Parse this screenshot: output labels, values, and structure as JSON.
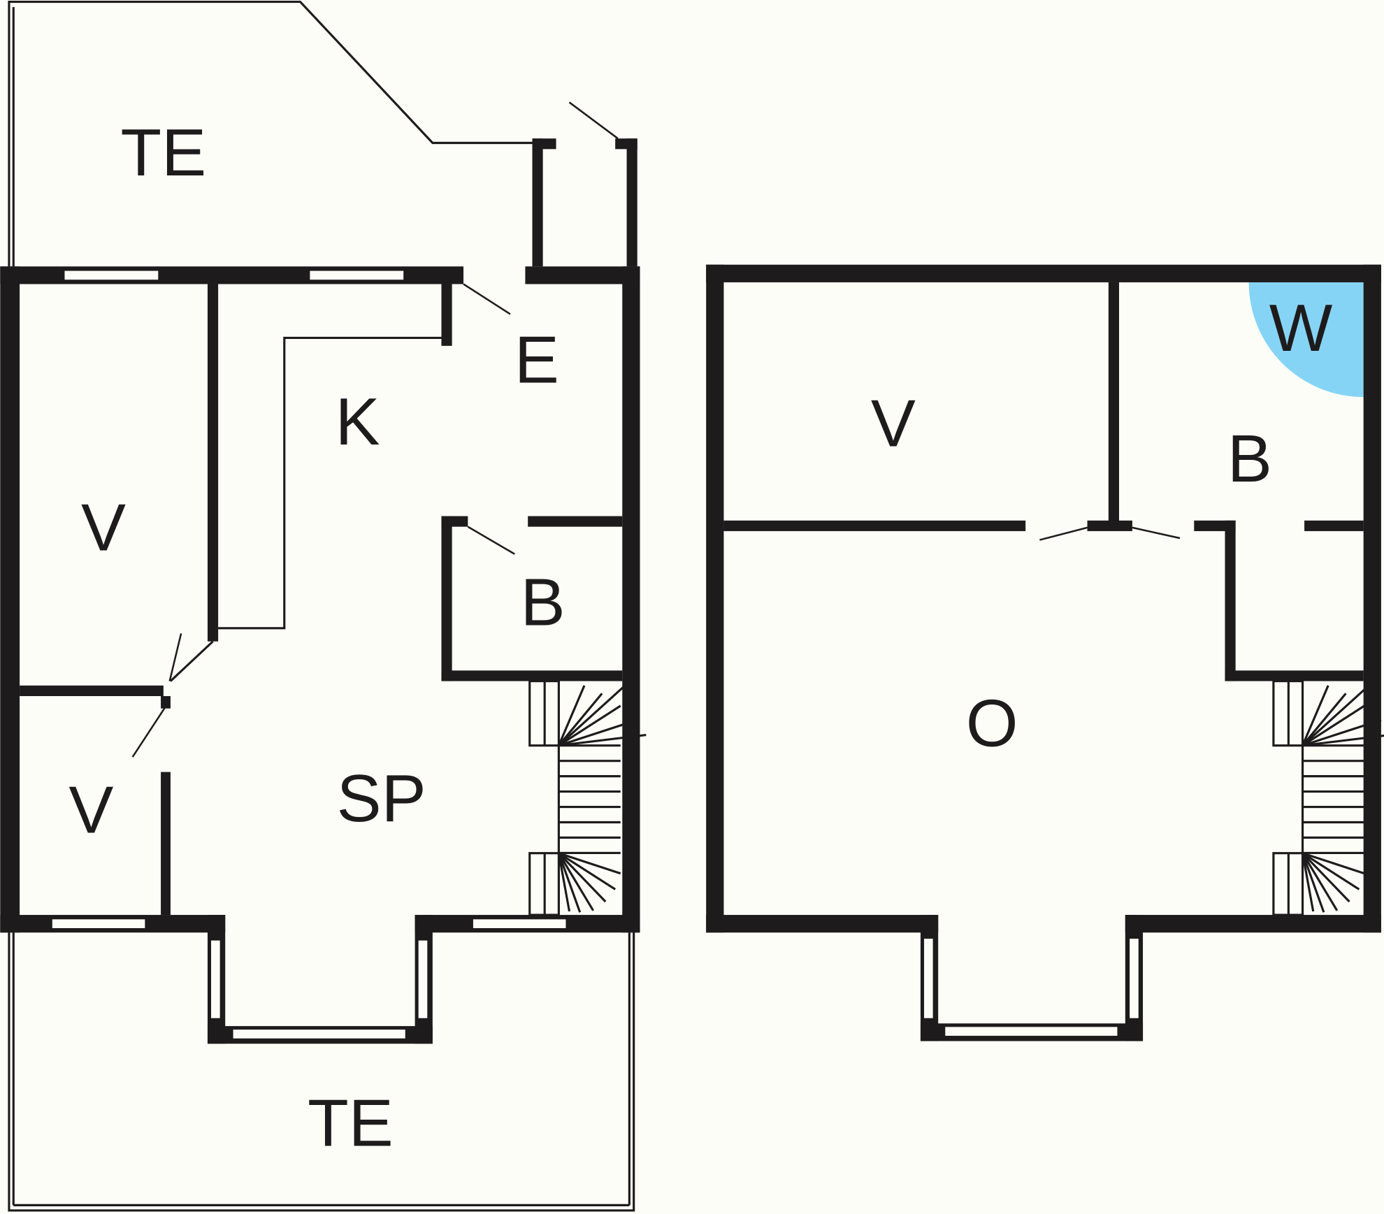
{
  "ground_floor": {
    "rooms": [
      {
        "id": "terrace-top",
        "label": "TE"
      },
      {
        "id": "entrance",
        "label": "E"
      },
      {
        "id": "kitchen",
        "label": "K"
      },
      {
        "id": "bedroom-large",
        "label": "V"
      },
      {
        "id": "bathroom",
        "label": "B"
      },
      {
        "id": "bedroom-small",
        "label": "V"
      },
      {
        "id": "dining-living",
        "label": "SP"
      },
      {
        "id": "terrace-bottom",
        "label": "TE"
      }
    ]
  },
  "upper_floor": {
    "rooms": [
      {
        "id": "bedroom",
        "label": "V"
      },
      {
        "id": "washer",
        "label": "W"
      },
      {
        "id": "bathroom",
        "label": "B"
      },
      {
        "id": "open-space",
        "label": "O"
      }
    ]
  },
  "colors": {
    "wall": "#1e1b1c",
    "background": "#fdfdf8",
    "washer": "#86d4f5"
  }
}
